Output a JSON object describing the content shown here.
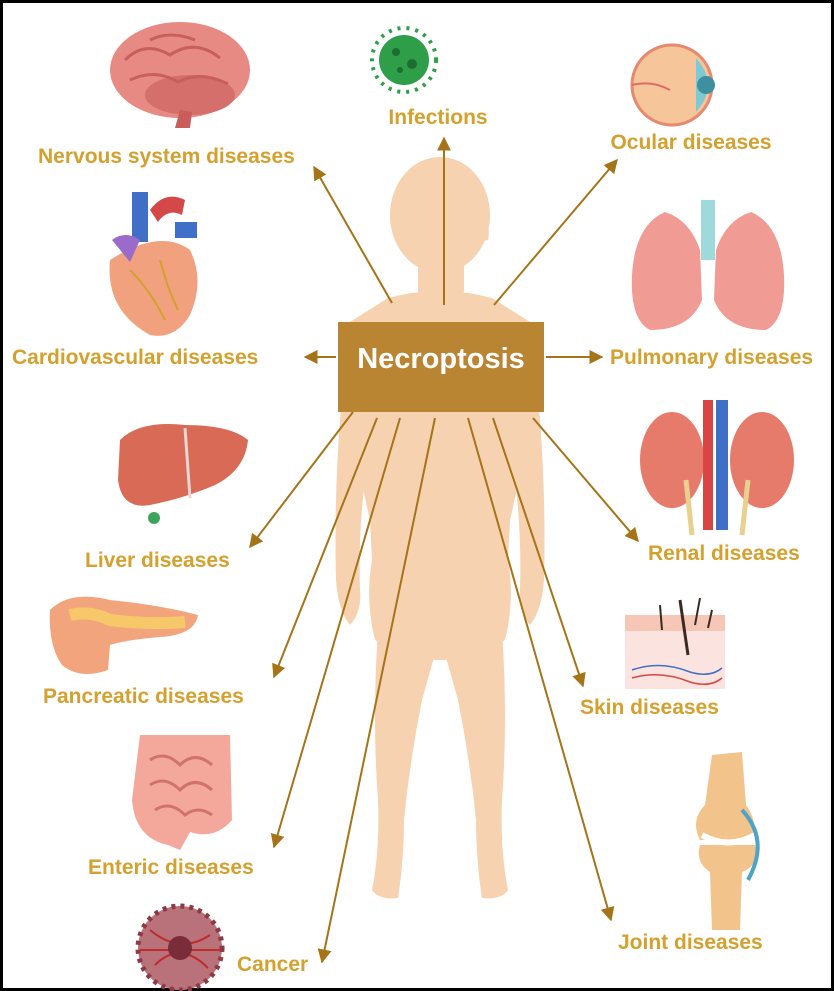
{
  "center_label": "Necroptosis",
  "labels": {
    "nervous": "Nervous system diseases",
    "infections": "Infections",
    "ocular": "Ocular diseases",
    "cardiovascular": "Cardiovascular diseases",
    "pulmonary": "Pulmonary diseases",
    "liver": "Liver diseases",
    "renal": "Renal diseases",
    "pancreatic": "Pancreatic diseases",
    "skin": "Skin diseases",
    "enteric": "Enteric diseases",
    "joint": "Joint diseases",
    "cancer": "Cancer"
  },
  "colors": {
    "label": "#D4A02E",
    "arrow": "#A57418",
    "center_box": "#B98532",
    "body": "#F7D2B0",
    "border": "#000000"
  }
}
